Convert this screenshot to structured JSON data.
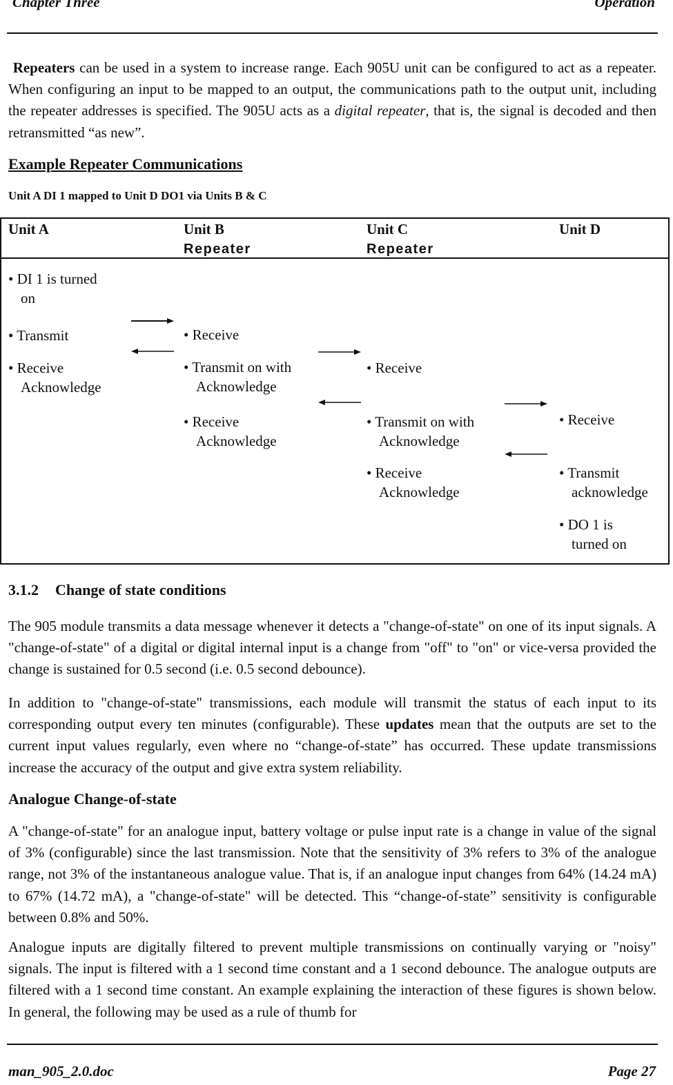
{
  "header": {
    "left": "Chapter Three",
    "right": "Operation"
  },
  "intro": {
    "bold": "Repeaters",
    "text1": " can be used in a system to increase range.  Each 905U unit can be configured to act as a repeater.  When configuring an input to be mapped to an output, the communications path to the output unit, including the repeater addresses is specified.  The 905U acts as a ",
    "italic": "digital repeater",
    "text2": ", that is, the signal is decoded and then retransmitted “as new”."
  },
  "example": {
    "heading": "Example Repeater Communications",
    "caption": "Unit A DI 1 mapped to Unit D DO1 via Units B & C",
    "columns": [
      {
        "title": "Unit A",
        "sub": ""
      },
      {
        "title": "Unit B",
        "sub": "Repeater"
      },
      {
        "title": "Unit C",
        "sub": "Repeater"
      },
      {
        "title": "Unit D",
        "sub": ""
      }
    ],
    "a": {
      "di1_l1": "• DI   1   is   turned",
      "di1_l2": "on",
      "transmit": "• Transmit",
      "receive_l1": "• Receive",
      "receive_l2": "Acknowledge"
    },
    "b": {
      "receive": "• Receive",
      "transmit_l1": "• Transmit on with",
      "transmit_l2": "Acknowledge",
      "rack_l1": "• Receive",
      "rack_l2": "Acknowledge"
    },
    "c": {
      "receive": "• Receive",
      "transmit_l1": "• Transmit  on  with",
      "transmit_l2": "Acknowledge",
      "rack_l1": "• Receive",
      "rack_l2": "Acknowledge"
    },
    "d": {
      "receive": "• Receive",
      "transmit_l1": "• Transmit",
      "transmit_l2": "acknowledge",
      "do_l1": "• DO 1 is",
      "do_l2": "turned on"
    }
  },
  "section": {
    "number": "3.1.2",
    "title": "Change of state conditions",
    "p1": "The 905 module transmits a data message whenever it detects a \"change-of-state\" on one of its input signals. A \"change-of-state\" of a digital or digital internal input is a change from \"off\" to \"on\" or vice-versa provided the change is sustained for 0.5 second (i.e. 0.5 second debounce).",
    "p2a": "In addition to \"change-of-state\" transmissions, each module will transmit the status of each input to its corresponding output every ten minutes (configurable).  These ",
    "p2b": "updates",
    "p2c": " mean that the outputs are set to the current input values regularly, even where    no “change-of-state” has occurred. These update transmissions increase the accuracy of the output and give extra system reliability.",
    "analogue_heading": "Analogue Change-of-state",
    "p3": "A \"change-of-state\" for an analogue input, battery voltage or pulse input rate is a change in value of the signal of 3% (configurable) since the last transmission.  Note that the sensitivity of 3% refers to 3% of the analogue range, not 3% of the instantaneous analogue value. That is, if an analogue input changes from 64% (14.24 mA) to 67% (14.72 mA), a \"change-of-state\"  will be detected. This “change-of-state” sensitivity is configurable between 0.8% and 50%.",
    "p4": "Analogue inputs are digitally filtered to prevent multiple transmissions on continually varying or \"noisy\" signals.  The input is filtered with a 1 second time constant and a 1 second debounce.  The analogue outputs are filtered with a 1 second time constant.  An example explaining the interaction of these figures is shown below.  In general, the following may be used as a rule of thumb for"
  },
  "footer": {
    "left": "man_905_2.0.doc",
    "right": "Page 27"
  }
}
